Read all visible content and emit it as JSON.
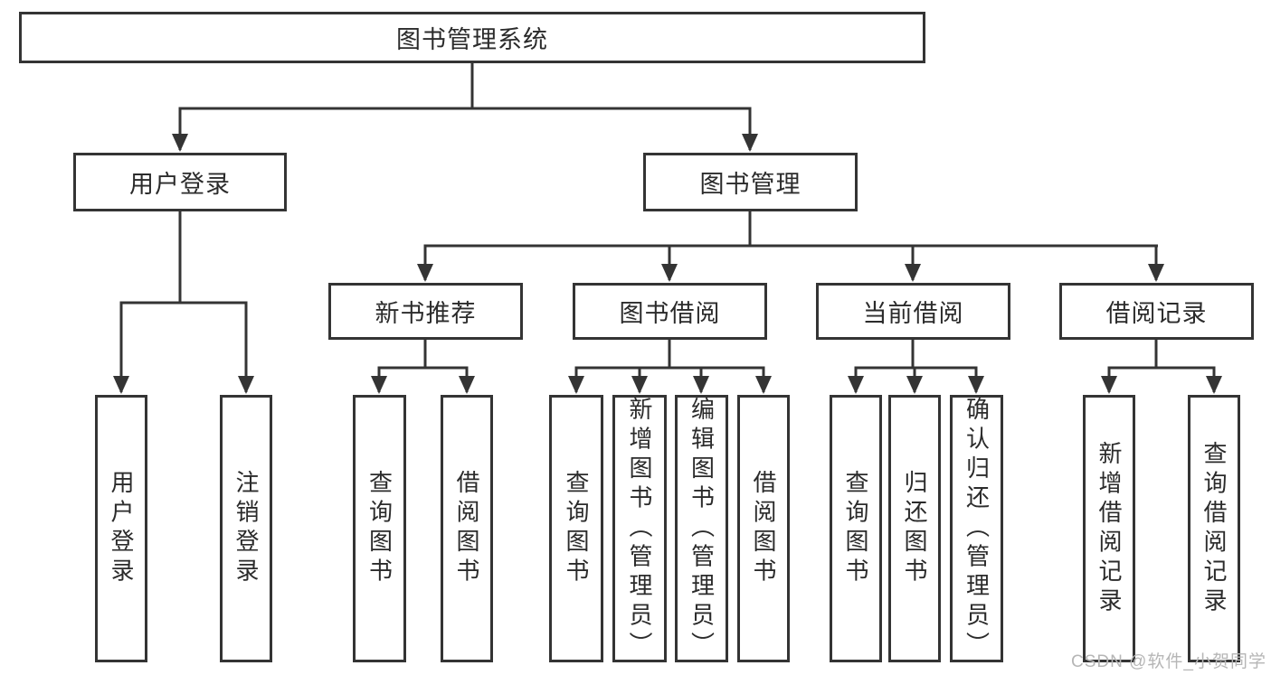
{
  "colors": {
    "line": "#343434",
    "box_border": "#343434",
    "box_background": "#ffffff",
    "text": "#2b2b2b",
    "watermark_text_color": "#b6b6b6"
  },
  "diagram": {
    "root": {
      "label": "图书管理系统"
    },
    "user_login": {
      "label": "用户登录",
      "children": [
        {
          "label": "用户登录"
        },
        {
          "label": "注销登录"
        }
      ]
    },
    "book_management": {
      "label": "图书管理",
      "sections": [
        {
          "label": "新书推荐",
          "children": [
            {
              "label": "查询图书"
            },
            {
              "label": "借阅图书"
            }
          ]
        },
        {
          "label": "图书借阅",
          "children": [
            {
              "label": "查询图书"
            },
            {
              "label": "新增图书（管理员）"
            },
            {
              "label": "编辑图书（管理员）"
            },
            {
              "label": "借阅图书"
            }
          ]
        },
        {
          "label": "当前借阅",
          "children": [
            {
              "label": "查询图书"
            },
            {
              "label": "归还图书"
            },
            {
              "label": "确认归还（管理员）"
            }
          ]
        },
        {
          "label": "借阅记录",
          "children": [
            {
              "label": "新增借阅记录"
            },
            {
              "label": "查询借阅记录"
            }
          ]
        }
      ]
    }
  },
  "watermark": {
    "text": "CSDN @软件_小贺同学"
  }
}
